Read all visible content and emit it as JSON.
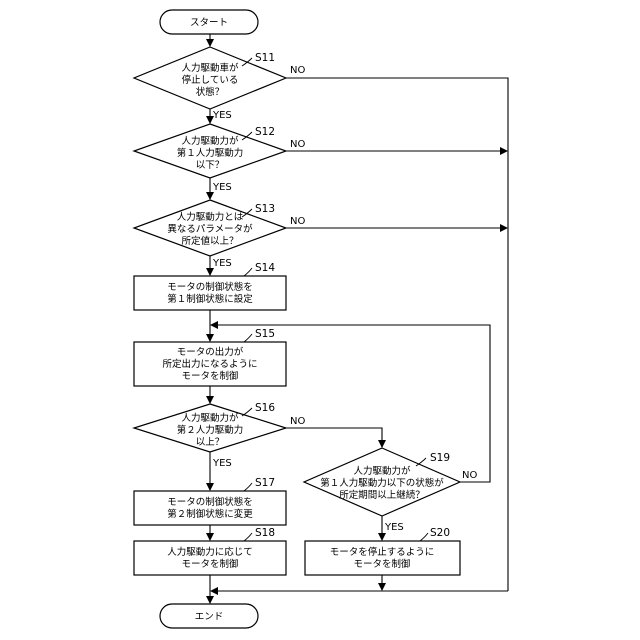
{
  "nodes": {
    "start": {
      "lines": [
        "スタート"
      ]
    },
    "end": {
      "lines": [
        "エンド"
      ]
    },
    "s11": {
      "step": "S11",
      "lines": [
        "人力駆動車が",
        "停止している",
        "状態？"
      ]
    },
    "s12": {
      "step": "S12",
      "lines": [
        "人力駆動力が",
        "第１人力駆動力",
        "以下？"
      ]
    },
    "s13": {
      "step": "S13",
      "lines": [
        "人力駆動力とは",
        "異なるパラメータが",
        "所定値以上？"
      ]
    },
    "s14": {
      "step": "S14",
      "lines": [
        "モータの制御状態を",
        "第１制御状態に設定"
      ]
    },
    "s15": {
      "step": "S15",
      "lines": [
        "モータの出力が",
        "所定出力になるように",
        "モータを制御"
      ]
    },
    "s16": {
      "step": "S16",
      "lines": [
        "人力駆動力が",
        "第２人力駆動力",
        "以上？"
      ]
    },
    "s17": {
      "step": "S17",
      "lines": [
        "モータの制御状態を",
        "第２制御状態に変更"
      ]
    },
    "s18": {
      "step": "S18",
      "lines": [
        "人力駆動力に応じて",
        "モータを制御"
      ]
    },
    "s19": {
      "step": "S19",
      "lines": [
        "人力駆動力が",
        "第１人力駆動力以下の状態が",
        "所定期間以上継続？"
      ]
    },
    "s20": {
      "step": "S20",
      "lines": [
        "モータを停止するように",
        "モータを制御"
      ]
    }
  },
  "branches": {
    "s11_yes": "YES",
    "s11_no": "NO",
    "s12_yes": "YES",
    "s12_no": "NO",
    "s13_yes": "YES",
    "s13_no": "NO",
    "s16_yes": "YES",
    "s16_no": "NO",
    "s19_yes": "YES",
    "s19_no": "NO"
  }
}
